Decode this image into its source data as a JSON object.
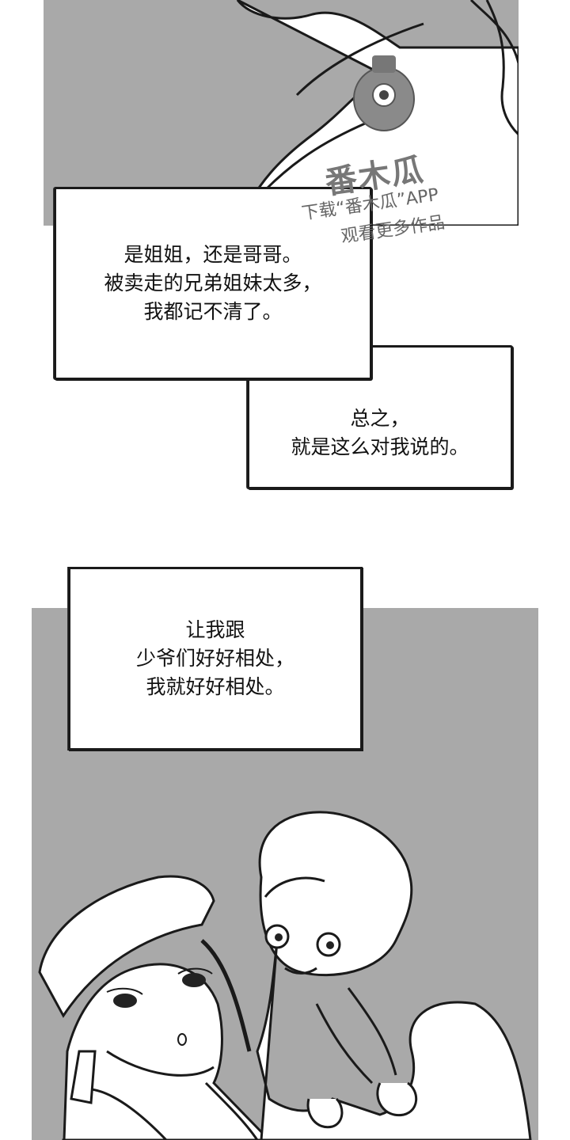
{
  "watermark": {
    "logo_text": "番木瓜",
    "line1": "下载“番木瓜”APP",
    "line2": "观看更多作品"
  },
  "captions": {
    "bubble_1": [
      "是姐姐，还是哥哥。",
      "被卖走的兄弟姐妹太多，",
      "我都记不清了。"
    ],
    "bubble_2": [
      "总之，",
      "就是这么对我说的。"
    ],
    "bubble_3": [
      "让我跟",
      "少爷们好好相处，",
      "我就好好相处。"
    ]
  },
  "colors": {
    "panel_gray": "#a9a9a9",
    "ink": "#1a1a1a",
    "paper": "#ffffff"
  }
}
